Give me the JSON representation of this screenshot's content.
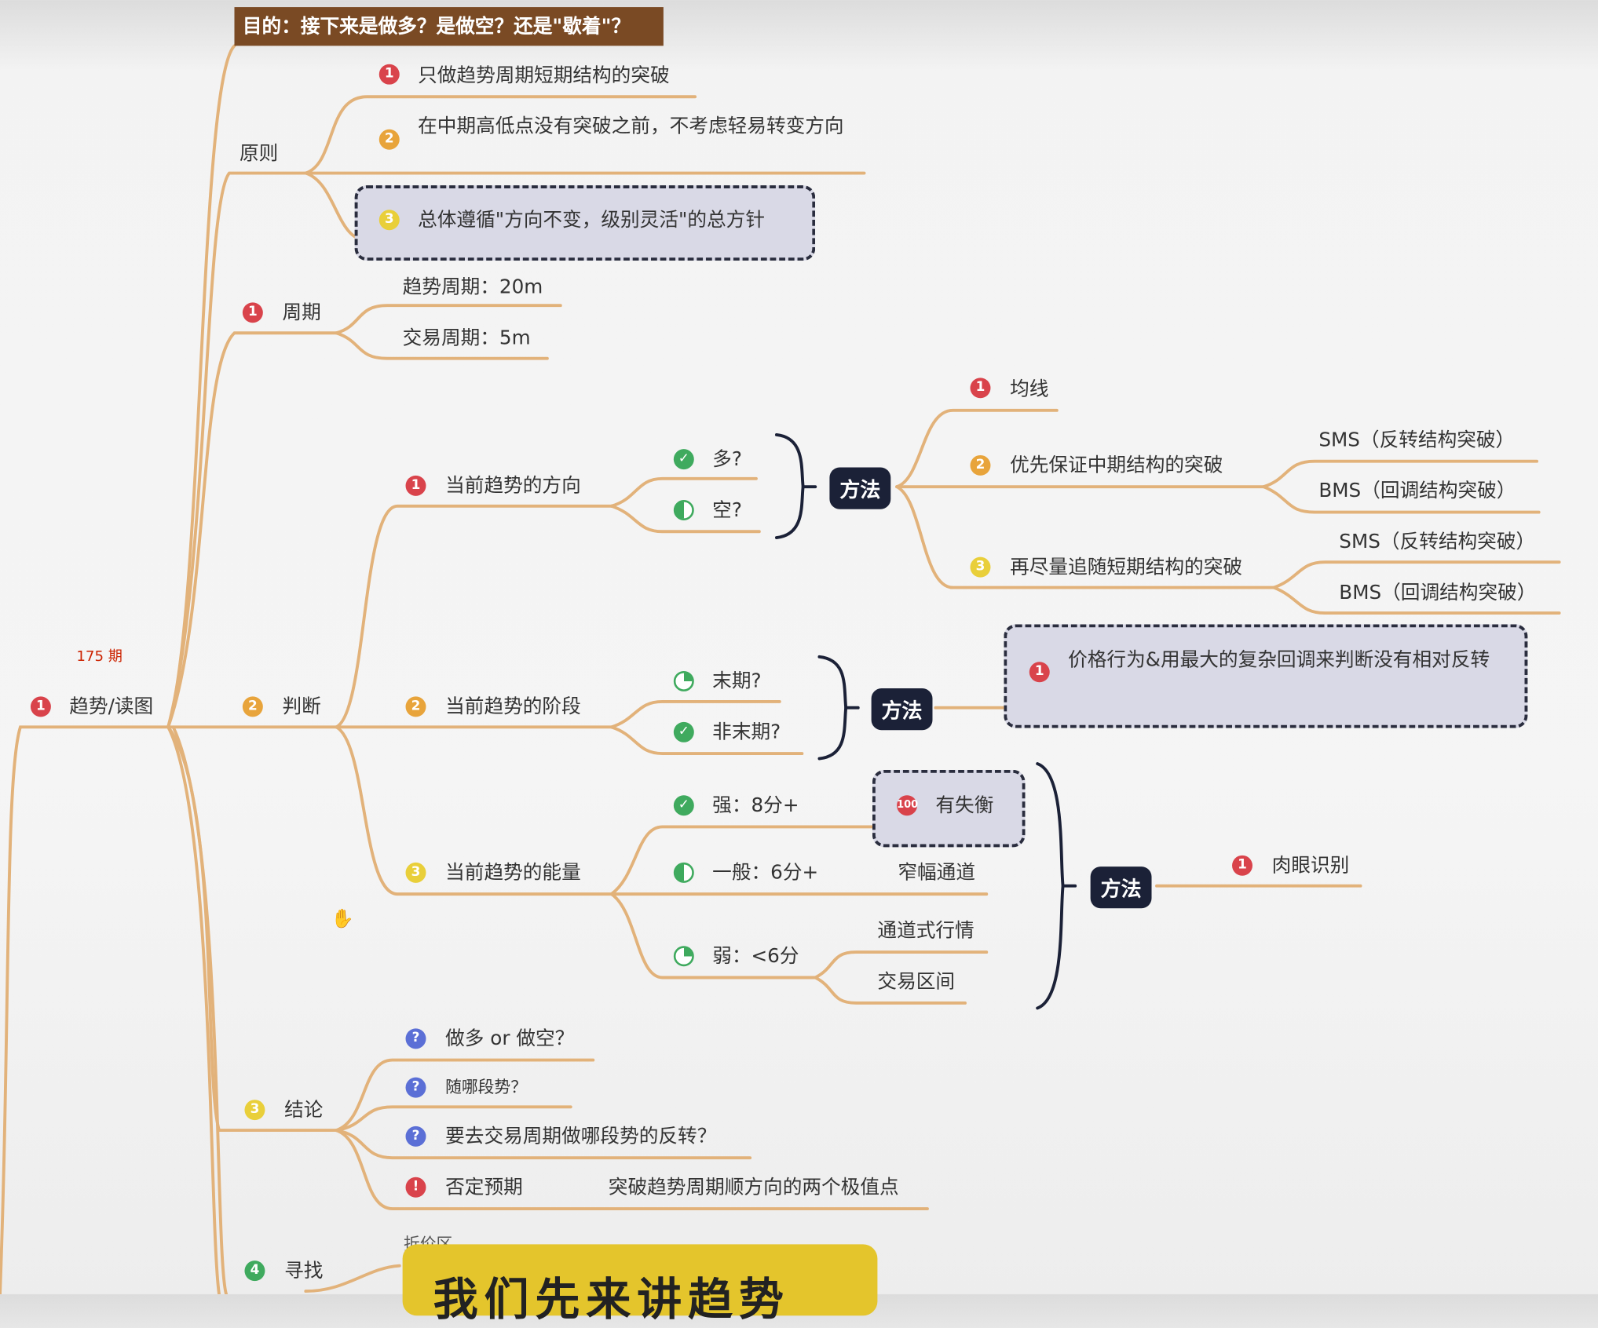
{
  "title": "目的：接下来是做多？是做空？还是\"歇着\"？",
  "episode_label": "175 期",
  "root": {
    "label": "趋势/读图"
  },
  "principles": {
    "label": "原则",
    "items": [
      "只做趋势周期短期结构的突破",
      "在中期高低点没有突破之前，不考虑轻易转变方向",
      "总体遵循\"方向不变，级别灵活\"的总方针"
    ]
  },
  "cycle": {
    "label": "周期",
    "items": [
      "趋势周期：20m",
      "交易周期：5m"
    ]
  },
  "judge": {
    "label": "判断",
    "direction": {
      "label": "当前趋势的方向",
      "options": [
        "多?",
        "空?"
      ],
      "method_label": "方法",
      "methods": [
        "均线",
        "优先保证中期结构的突破",
        "再尽量追随短期结构的突破"
      ],
      "sub2": [
        "SMS（反转结构突破）",
        "BMS（回调结构突破）"
      ],
      "sub3": [
        "SMS（反转结构突破）",
        "BMS（回调结构突破）"
      ]
    },
    "phase": {
      "label": "当前趋势的阶段",
      "options": [
        "末期?",
        "非末期?"
      ],
      "method_label": "方法",
      "method_text": "价格行为&用最大的复杂回调来判断没有相对反转"
    },
    "energy": {
      "label": "当前趋势的能量",
      "strong": "强：8分+",
      "strong_tag": "有失衡",
      "normal": "一般：6分+",
      "normal_tag": "窄幅通道",
      "weak": "弱：<6分",
      "weak_tags": [
        "通道式行情",
        "交易区间"
      ],
      "method_label": "方法",
      "method_text": "肉眼识别"
    }
  },
  "conclusion": {
    "label": "结论",
    "items": [
      "做多 or 做空？",
      "随哪段势？",
      "要去交易周期做哪段势的反转？",
      "否定预期"
    ],
    "negate_detail": "突破趋势周期顺方向的两个极值点"
  },
  "find": {
    "label": "寻找",
    "partial": "折价区"
  },
  "overlay": {
    "text": "我们先来讲趋势"
  },
  "colors": {
    "line": "#e2b27a",
    "title_bg": "#7a4a24",
    "method_bg": "#1b2137",
    "overlay": "#e4c52c"
  }
}
